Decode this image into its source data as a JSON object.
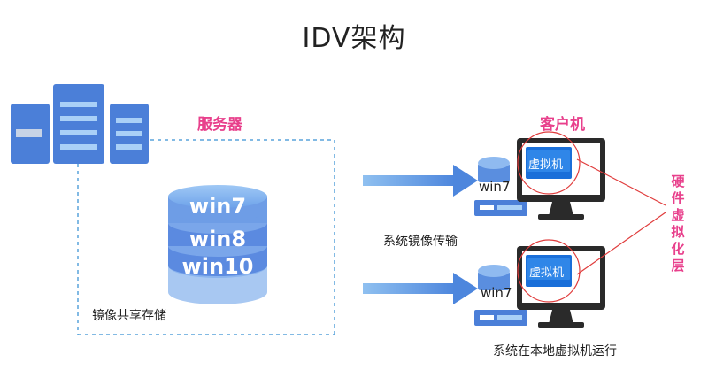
{
  "title": "IDV架构",
  "server": {
    "label": "服务器",
    "storage_label": "镜像共享存储",
    "images": [
      "win7",
      "win8",
      "win10"
    ]
  },
  "client": {
    "label": "客户机",
    "vm_label": "虚拟机",
    "os_label": "win7"
  },
  "transfer_label": "系统镜像传输",
  "run_label": "系统在本地虚拟机运行",
  "hardware_layer_label": "硬件虚拟化层",
  "colors": {
    "primary_blue": "#4e85e0",
    "light_blue": "#7fb6ee",
    "accent_pink": "#e8408c",
    "dark_monitor": "#222222",
    "outline_red": "#e03c3c"
  },
  "icons": [
    "server-rack-icon",
    "database-icon",
    "monitor-icon",
    "terminal-device-icon",
    "arrow-right-icon"
  ]
}
